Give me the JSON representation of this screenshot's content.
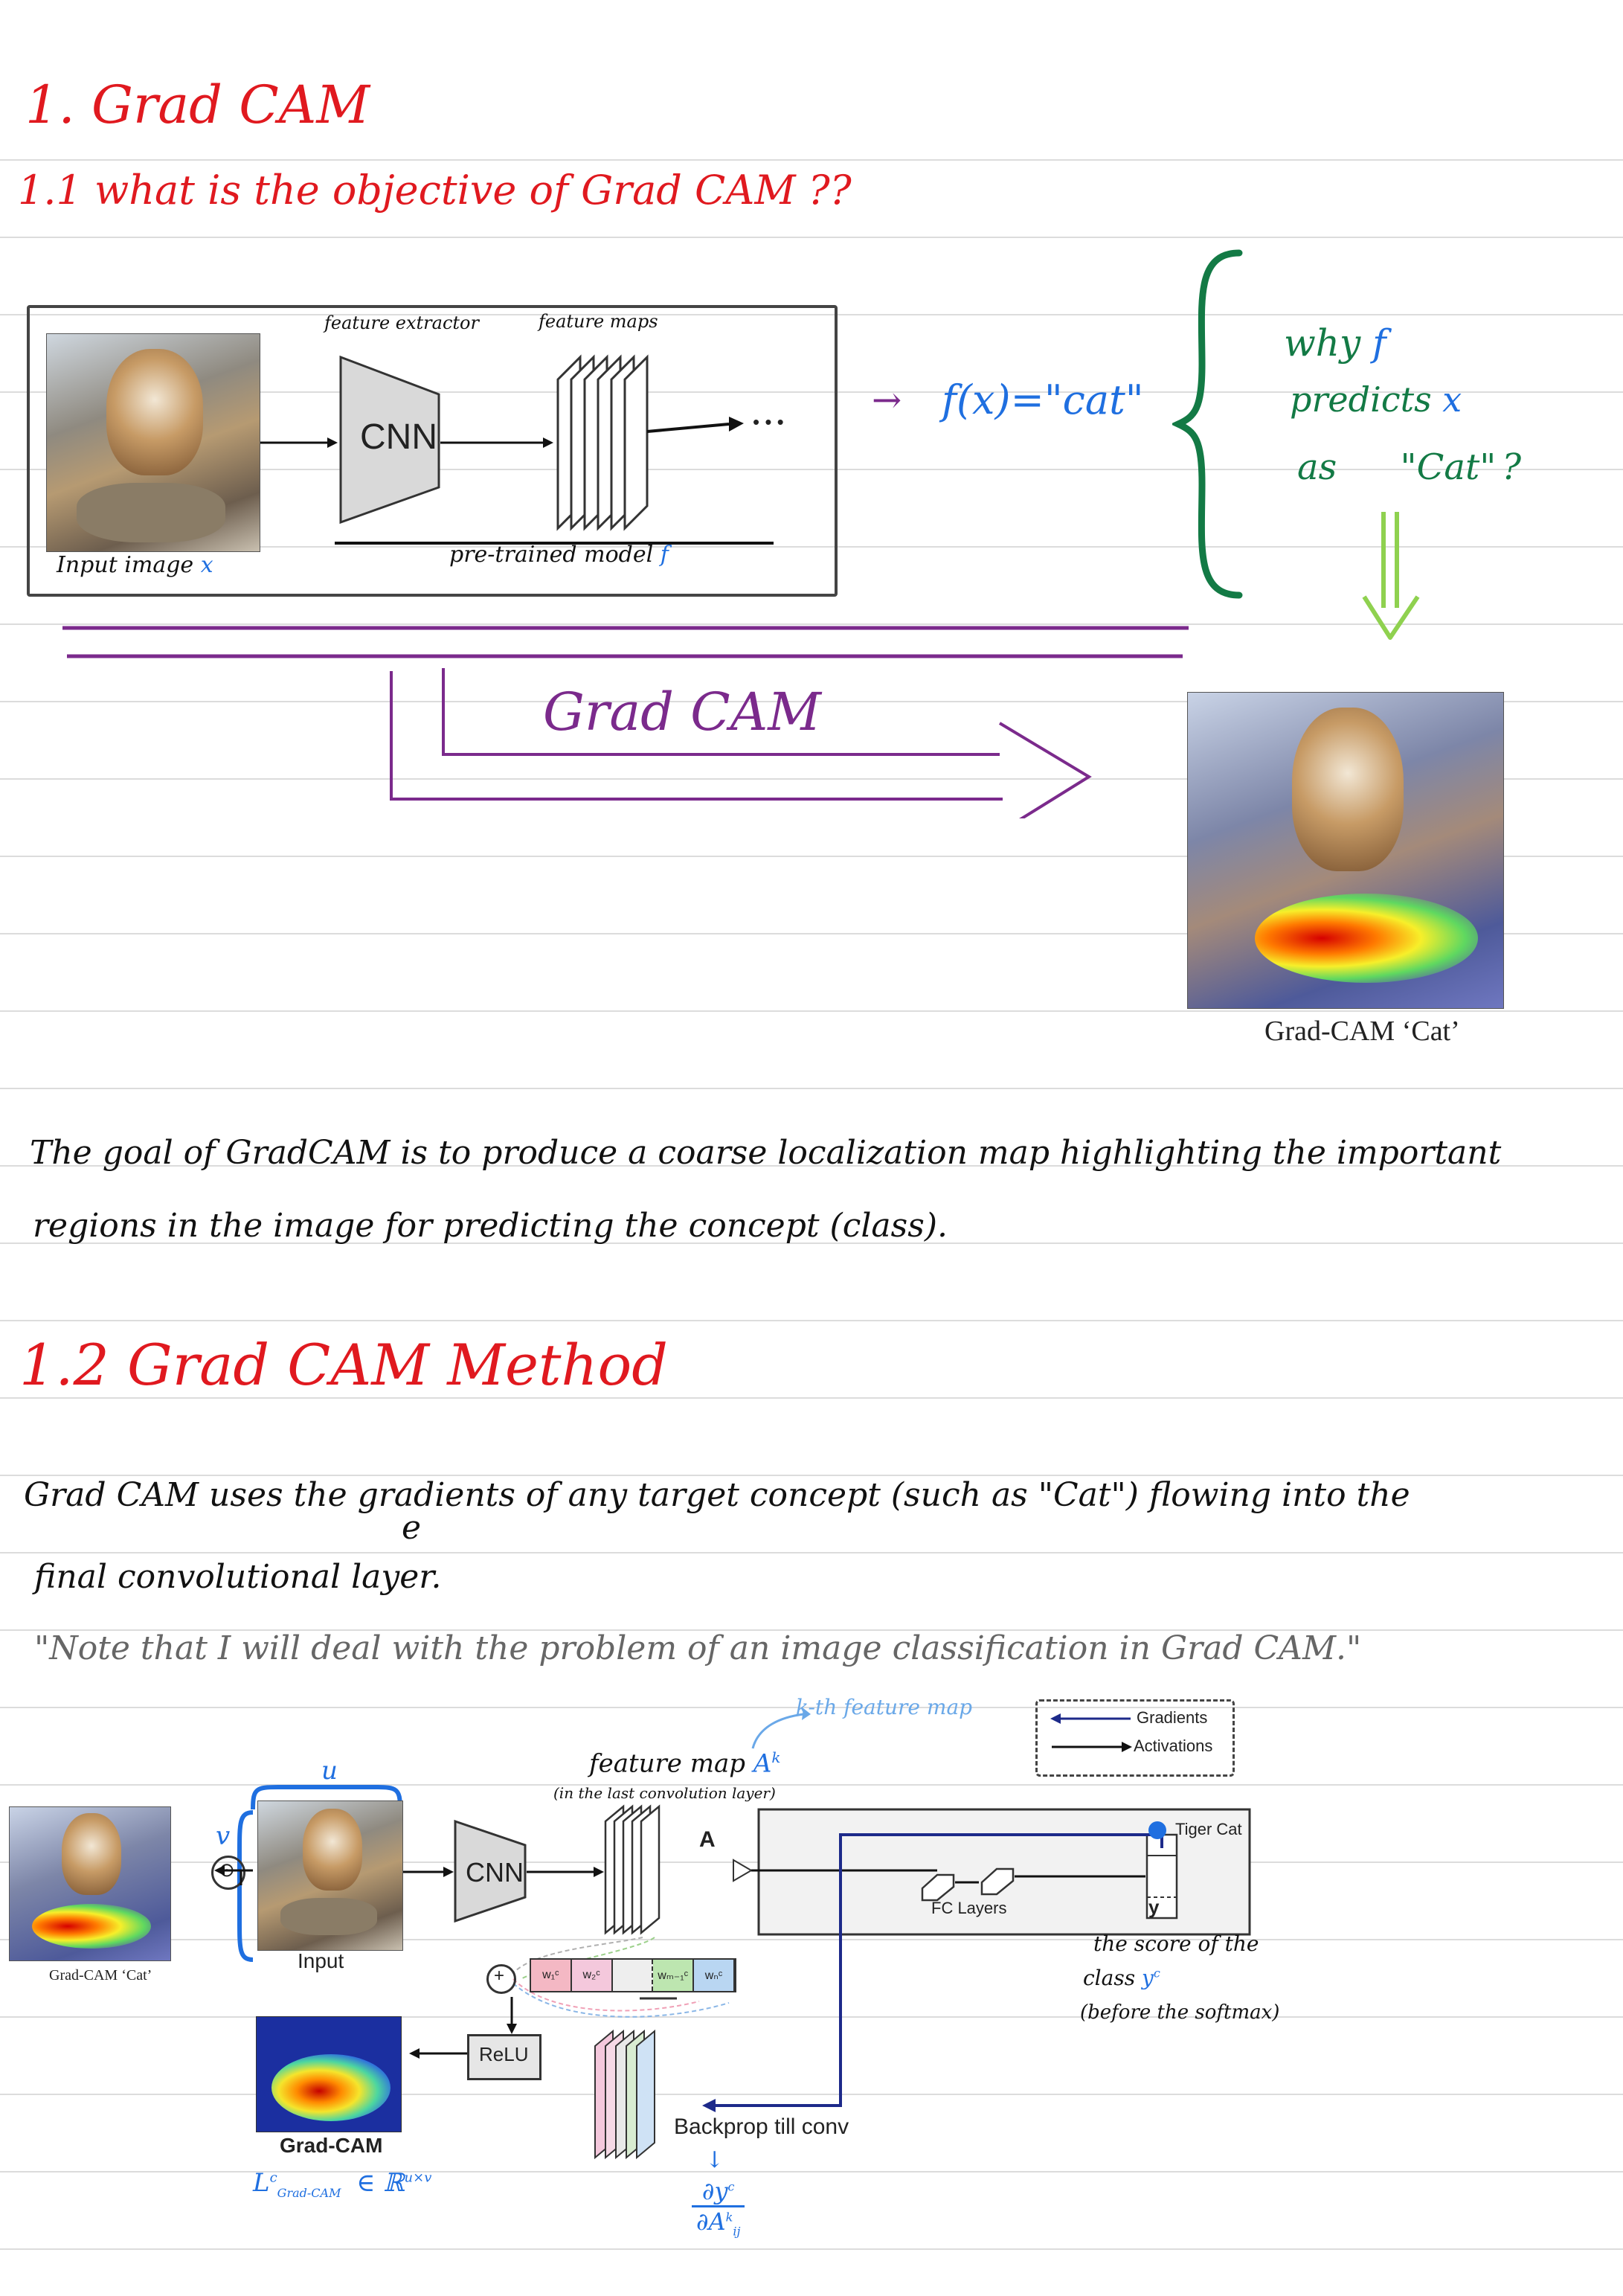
{
  "notebook_rules": {
    "count": 28
  },
  "section1": {
    "title": "1. Grad CAM",
    "subtitle": "1.1 what is the objective of Grad CAM ??"
  },
  "top_figure": {
    "feature_extractor_label": "feature extractor",
    "feature_maps_label": "feature maps",
    "cnn_label": "CNN",
    "dots": "• • •",
    "input_label": "Input image",
    "input_var": "x",
    "model_label": "pre-trained model",
    "model_var": "f"
  },
  "prediction": {
    "arrow": "→",
    "text": "f(x)=\"cat\""
  },
  "question": {
    "line1_word": "why",
    "line1_var": "f",
    "line2_word": "predicts",
    "line2_var": "x",
    "line3_word": "as",
    "line3_quote": "\"Cat\"",
    "line3_mark": "?"
  },
  "gradcam_arrow_label": "Grad CAM",
  "gradcam_result": {
    "caption": "Grad-CAM ‘Cat’"
  },
  "goal": {
    "line1": "The goal of GradCAM is to produce a coarse localization map highlighting the important",
    "line2": "regions in the image for predicting the concept (class)."
  },
  "section2": {
    "title": "1.2 Grad CAM Method"
  },
  "method": {
    "line1": "Grad CAM uses the gradients of any target concept (such as \"Cat\") flowing into the",
    "line2": "final convolutional layer.",
    "correction": "e",
    "note": "\"Note that I will deal with the problem of an image classification in Grad CAM.\""
  },
  "diagram": {
    "kth_label": "k-th feature map",
    "legend_gradients": "Gradients",
    "legend_activations": "Activations",
    "feature_map_title": "feature map",
    "feature_map_var": "A",
    "feature_map_sup": "k",
    "feature_map_sub": "(in the last convolution layer)",
    "u_label": "u",
    "v_label": "v",
    "odot": "⊙",
    "left_caption": "Grad-CAM ‘Cat’",
    "input_label": "Input",
    "cnn_label": "CNN",
    "a_label": "A",
    "fc_label": "FC Layers",
    "tiger_cat": "Tiger Cat",
    "y_label": "y",
    "score_line1": "the score of the",
    "score_line2": "class",
    "score_var": "y",
    "score_sup": "c",
    "score_line3": "(before the softmax)",
    "weights": [
      "w₁ᶜ",
      "w₂ᶜ",
      "",
      "wₘ₋₁ᶜ",
      "wₙᶜ"
    ],
    "weight_colors": [
      "#f4b8c4",
      "#f4c8dc",
      "#eeeeee",
      "#bde6b0",
      "#b9d6f2"
    ],
    "plus": "+",
    "relu": "ReLU",
    "gradcam_label": "Grad-CAM",
    "l_formula": "L",
    "l_sub": "Grad-CAM",
    "l_sup": "c",
    "l_in": "∈ ℝ",
    "l_dim": "u×v",
    "backprop": "Backprop till conv",
    "dy_num": "∂y",
    "dy_num_sup": "c",
    "dy_den": "∂A",
    "dy_den_sub": "ij",
    "dy_den_sup": "k"
  },
  "colors": {
    "heading_red": "#e0191f",
    "annotation_blue": "#1f6fe0",
    "bracket_green": "#137a45",
    "arrow_purple": "#7b2a8c",
    "down_arrow_lightgreen": "#8fd14f"
  }
}
